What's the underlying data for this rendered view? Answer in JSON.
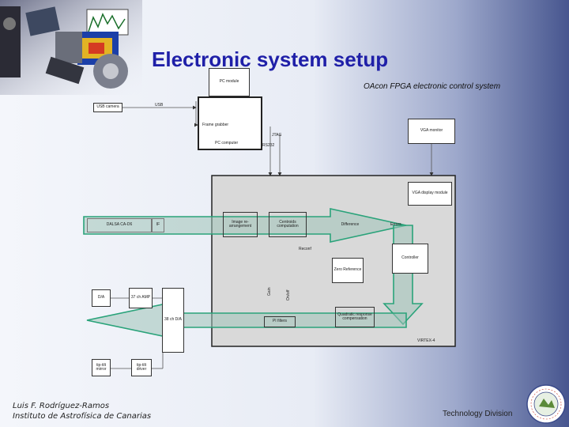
{
  "slide": {
    "title": "Electronic system setup",
    "subtitle": "OAcon FPGA electronic control system",
    "author": "Luis F. Rodríguez-Ramos",
    "institute": "Instituto de Astrofísica de Canarias",
    "division": "Technology Division"
  },
  "diagram": {
    "pc_module": "PC module",
    "usb_camera": "USB camera",
    "usb": "USB",
    "frame_grabber": "Frame grabber",
    "pc_computer": "PC computer",
    "jtag": "JTAG",
    "rs232": "RS232",
    "vga_monitor": "VGA monitor",
    "vga_display": "VGA display module",
    "dalsa": "DALSA CA-D6",
    "if": "IF",
    "image_rearrangement": "Image re-arrangement",
    "centroids": "Centroids computation",
    "difference": "Difference",
    "errors": "Errors",
    "zero_reference": "Zero Reference",
    "controller": "Controller",
    "reconf": "Reconf",
    "da": "D/A",
    "amp": "37 ch AMP",
    "ch_da": "38 ch D/A",
    "pi_filters": "PI filters",
    "quadratic": "Quadratic response compensation",
    "virtex": "VIRTEX-4",
    "tiptilt_mirror": "tip-tilt mirror",
    "tiptilt_driver": "tip-tilt driver",
    "gain": "Gain",
    "on_off": "On/off"
  }
}
